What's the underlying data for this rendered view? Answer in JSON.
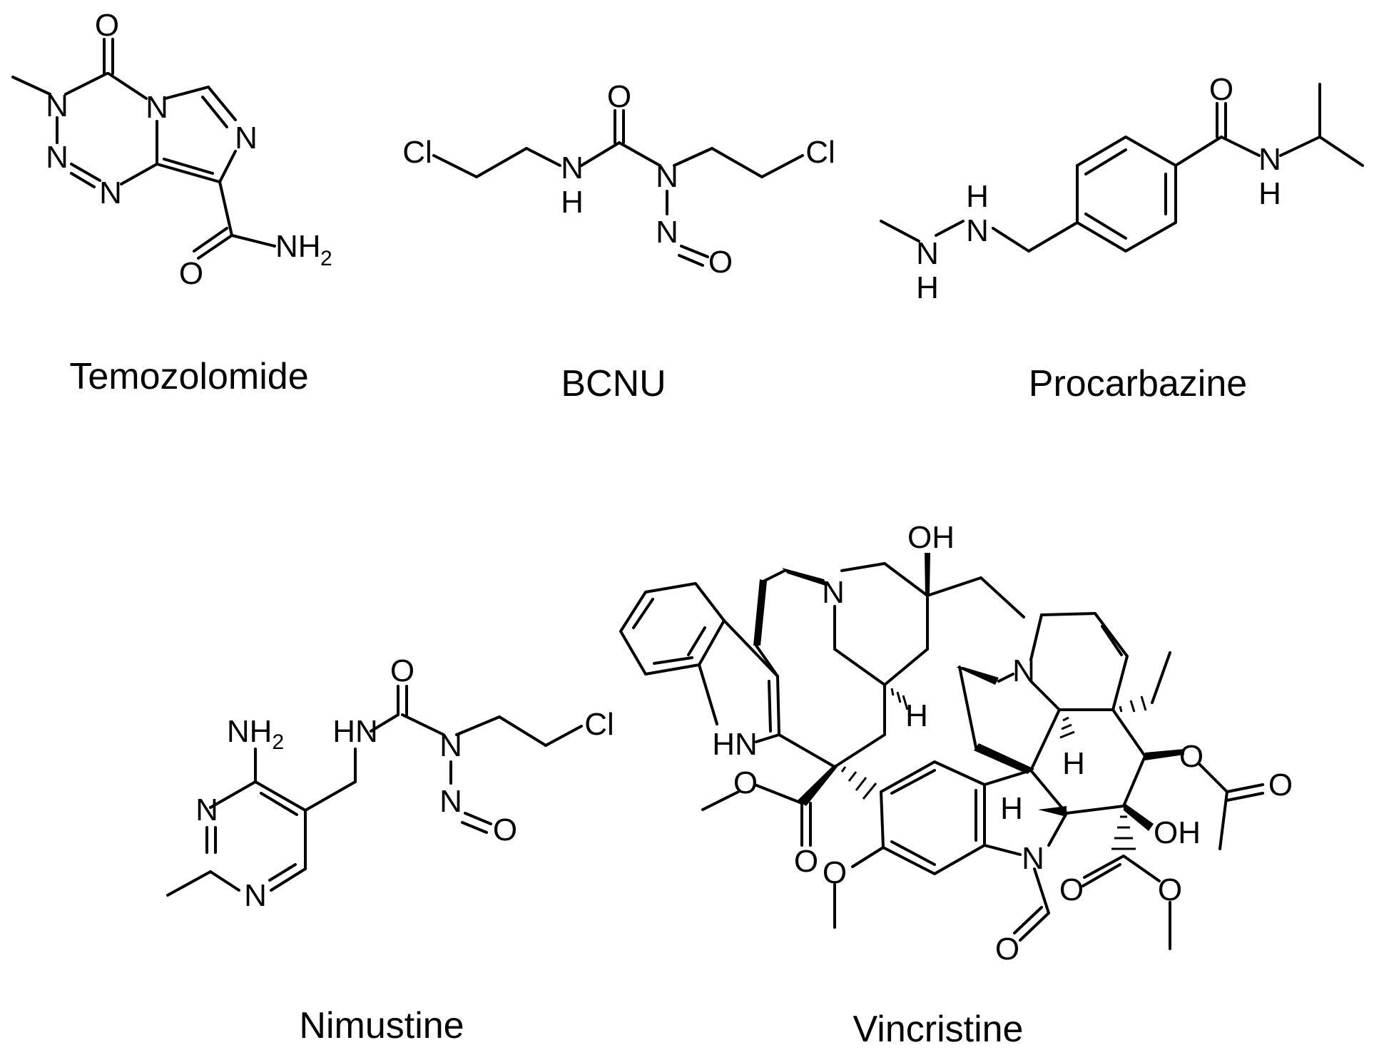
{
  "molecules": [
    {
      "name": "Temozolomide"
    },
    {
      "name": "BCNU"
    },
    {
      "name": "Procarbazine"
    },
    {
      "name": "Nimustine"
    },
    {
      "name": "Vincristine"
    }
  ],
  "atoms": {
    "O": "O",
    "N": "N",
    "H": "H",
    "NH": "NH",
    "HN": "HN",
    "NH2": "NH",
    "sub2": "2",
    "Cl": "Cl",
    "OH": "OH"
  }
}
